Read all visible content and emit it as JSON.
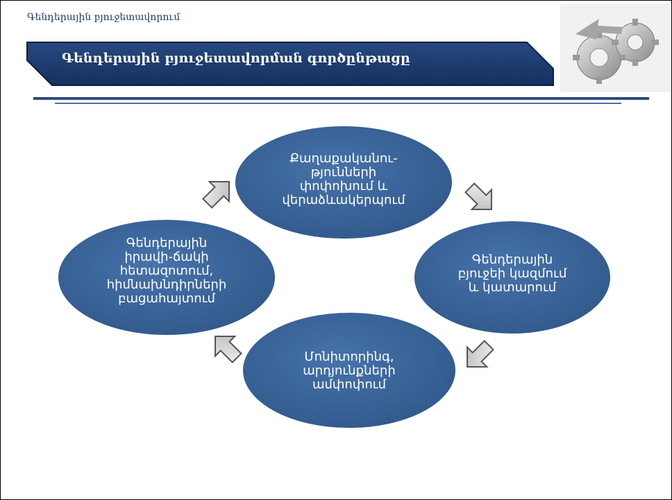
{
  "header": {
    "title": "Գենդերային բյուջետավորում"
  },
  "banner": {
    "title": "Գենդերային բյուջետավորման գործընթացը"
  },
  "cycle": {
    "nodes": [
      {
        "label": "Քաղաքականու-\nթյունների\nփոփոխում և\nվերաձևակերպում"
      },
      {
        "label": "Գենդերային\nբյուջեի կազմում\nև կատարում"
      },
      {
        "label": "Մոնիտորինգ,\nարդյունքների\nամփոփում"
      },
      {
        "label": "Գենդերային\nիրավի-ճակի\nհետազոտում,\nհիմնախնդիրների\nբացահայտում"
      }
    ]
  },
  "colors": {
    "node_fill": "#386194",
    "banner_fill": "#1f3d6e",
    "rule": "#2e4a7c",
    "arrow_fill": "#dcdcdc"
  },
  "icons": {
    "gear": "gears-icon",
    "arrow": "chevron-arrow-icon"
  }
}
